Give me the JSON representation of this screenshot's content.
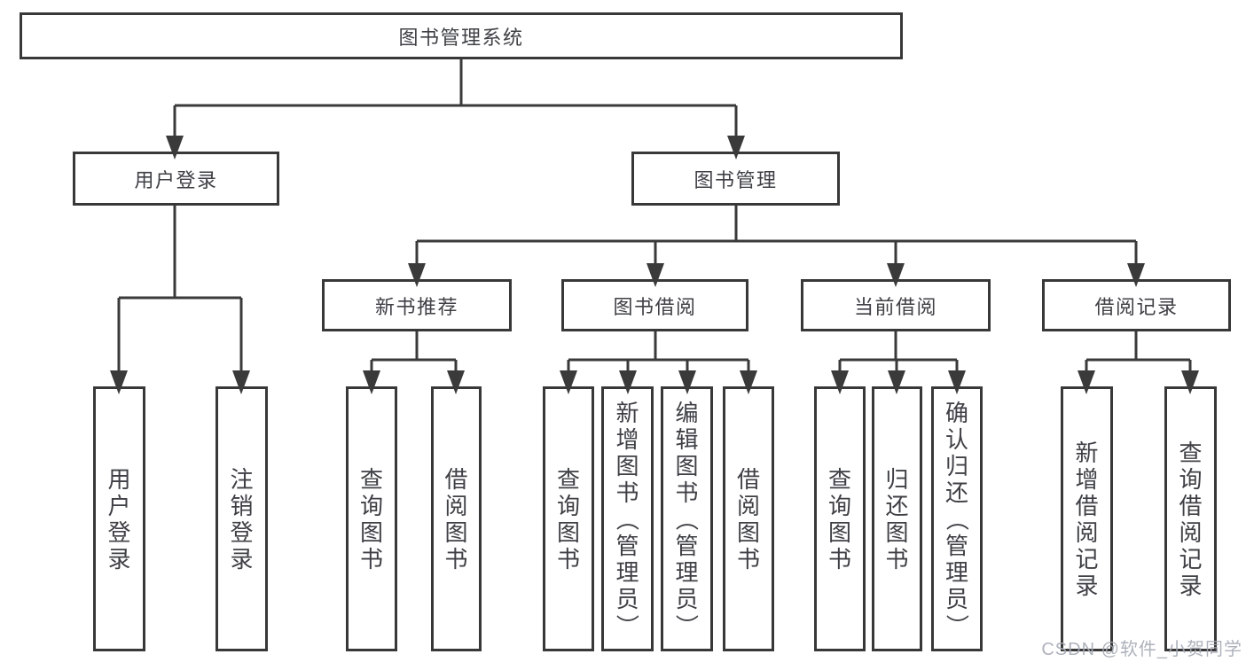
{
  "tree": {
    "label": "图书管理系统",
    "children": [
      {
        "label": "用户登录",
        "children": [
          {
            "label": "用户登录"
          },
          {
            "label": "注销登录"
          }
        ]
      },
      {
        "label": "图书管理",
        "children": [
          {
            "label": "新书推荐",
            "children": [
              {
                "label": "查询图书"
              },
              {
                "label": "借阅图书"
              }
            ]
          },
          {
            "label": "图书借阅",
            "children": [
              {
                "label": "查询图书"
              },
              {
                "label": "新增图书（管理员）"
              },
              {
                "label": "编辑图书（管理员）"
              },
              {
                "label": "借阅图书"
              }
            ]
          },
          {
            "label": "当前借阅",
            "children": [
              {
                "label": "查询图书"
              },
              {
                "label": "归还图书"
              },
              {
                "label": "确认归还（管理员）"
              }
            ]
          },
          {
            "label": "借阅记录",
            "children": [
              {
                "label": "新增借阅记录"
              },
              {
                "label": "查询借阅记录"
              }
            ]
          }
        ]
      }
    ]
  },
  "watermark": {
    "text": "CSDN @软件_小贺同学"
  },
  "colors": {
    "line": "#3a3a3a",
    "border": "#383838",
    "text": "#3e4045",
    "watermark": "#a5aab4",
    "background": "#ffffff"
  }
}
